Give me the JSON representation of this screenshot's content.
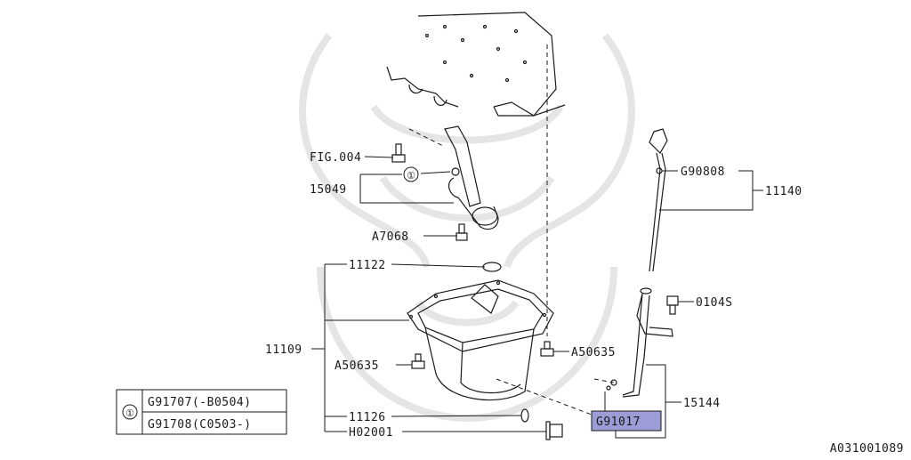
{
  "parts": {
    "fig004": "FIG.004",
    "p15049": "15049",
    "a7068": "A7068",
    "p11122": "11122",
    "p11109": "11109",
    "a50635_left": "A50635",
    "a50635_right": "A50635",
    "p11126": "11126",
    "h02001": "H02001",
    "g90808": "G90808",
    "p11140": "11140",
    "p0104s": "0104S",
    "p15144": "15144",
    "g91017": "G91017"
  },
  "callout_marker": "①",
  "legend": {
    "marker": "①",
    "row1": "G91707(-B0504)",
    "row2": "G91708(C0503-)"
  },
  "footer_code": "A031001089",
  "colors": {
    "highlight": "#9c9cd6",
    "ink": "#1a1a1a"
  }
}
